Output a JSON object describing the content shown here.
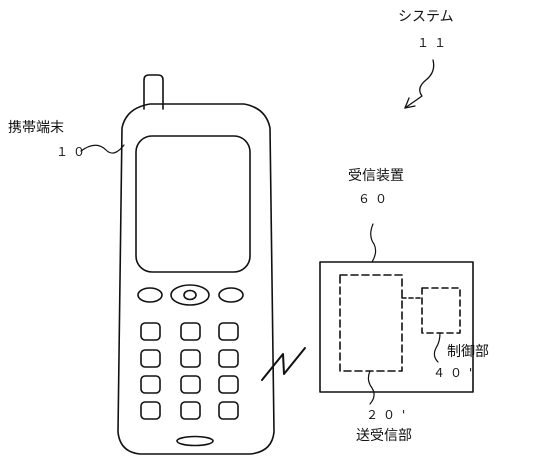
{
  "system": {
    "label": "システム",
    "ref": "１１"
  },
  "terminal": {
    "label": "携帯端末",
    "ref": "１０"
  },
  "receiver": {
    "label": "受信装置",
    "ref": "６０"
  },
  "control": {
    "label": "制御部",
    "ref": "４０'"
  },
  "transceiver": {
    "label": "送受信部",
    "ref": "２０'"
  }
}
